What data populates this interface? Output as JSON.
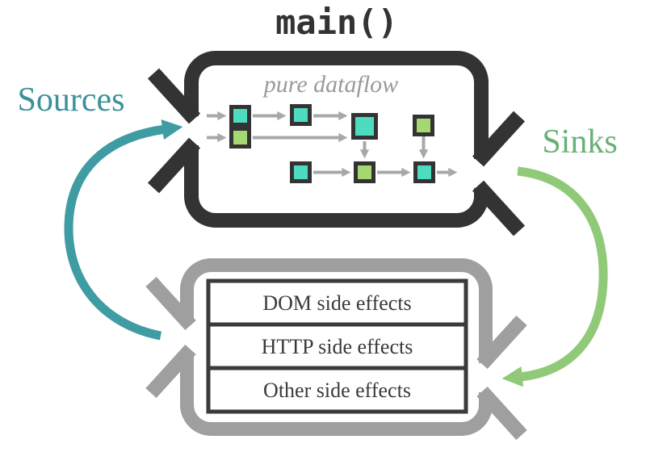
{
  "diagram": {
    "title": "main()",
    "main_box": {
      "inner_label": "pure dataflow"
    },
    "left_label": "Sources",
    "right_label": "Sinks",
    "side_effects_box": {
      "rows": [
        "DOM side effects",
        "HTTP side effects",
        "Other side effects"
      ]
    }
  },
  "colors": {
    "dark": "#333333",
    "gray-box": "#9f9f9f",
    "stack-border": "#3a3a3a",
    "flow-arrow": "#a8a8a8",
    "teal-fill": "#4edcc0",
    "green-fill": "#a6d871",
    "sources-text": "#3b9199",
    "sinks-text": "#68b177",
    "teal-arrow": "#3f9ca3",
    "green-arrow": "#90ca78",
    "dataflow-text": "#9a9a9a"
  }
}
